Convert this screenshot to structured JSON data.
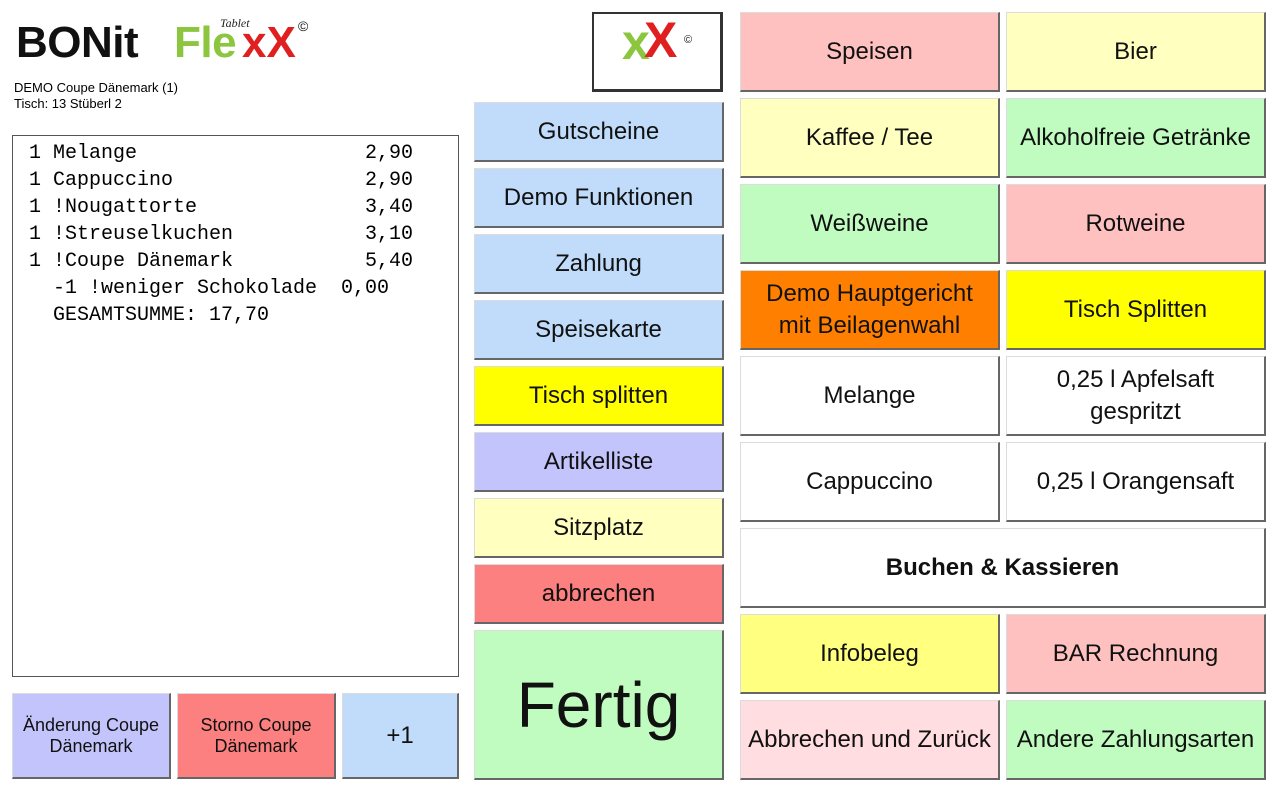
{
  "logo": {
    "brand": "BONit",
    "flex": "Fle",
    "xx": "xX",
    "tablet": "Tablet",
    "copyright": "©"
  },
  "header": {
    "line1": "DEMO Coupe Dänemark (1)",
    "line2": "Tisch: 13 Stüberl 2"
  },
  "receipt": {
    "lines": [
      " 1 Melange                   2,90",
      " 1 Cappuccino                2,90",
      " 1 !Nougattorte              3,40",
      " 1 !Streuselkuchen           3,10",
      " 1 !Coupe Dänemark           5,40",
      "   -1 !weniger Schokolade  0,00",
      "   GESAMTSUMME: 17,70"
    ]
  },
  "bottom_left": {
    "change": "Änderung Coupe Dänemark",
    "storno": "Storno Coupe Dänemark",
    "plus_one": "+1"
  },
  "middle": {
    "logo_x1": "x",
    "logo_x2": "X",
    "logo_c": "©",
    "gutscheine": "Gutscheine",
    "demo_funktionen": "Demo Funktionen",
    "zahlung": "Zahlung",
    "speisekarte": "Speisekarte",
    "tisch_splitten": "Tisch splitten",
    "artikelliste": "Artikelliste",
    "sitzplatz": "Sitzplatz",
    "abbrechen": "abbrechen",
    "fertig": "Fertig"
  },
  "right": {
    "speisen": "Speisen",
    "bier": "Bier",
    "kaffee": "Kaffee / Tee",
    "alkoholfrei": "Alkoholfreie Getränke",
    "weissweine": "Weißweine",
    "rotweine": "Rotweine",
    "hauptgericht": "Demo Hauptgericht mit Beilagenwahl",
    "tisch_splitten": "Tisch Splitten",
    "melange": "Melange",
    "apfelsaft": "0,25 l Apfelsaft gespritzt",
    "cappuccino": "Cappuccino",
    "orangensaft": "0,25 l Orangensaft",
    "buchen": "Buchen & Kassieren",
    "infobeleg": "Infobeleg",
    "bar_rechnung": "BAR Rechnung",
    "abbrechen_zurueck": "Abbrechen und Zurück",
    "andere_zahlung": "Andere Zahlungsarten"
  },
  "colors": {
    "blue": "#c0dcfa",
    "yellow": "#ffff00",
    "light_yellow": "#ffffc0",
    "purple": "#c4c4fc",
    "red": "#fc8080",
    "green": "#c0fcc0",
    "pink": "#ffc0c0",
    "orange": "#ff8000"
  }
}
